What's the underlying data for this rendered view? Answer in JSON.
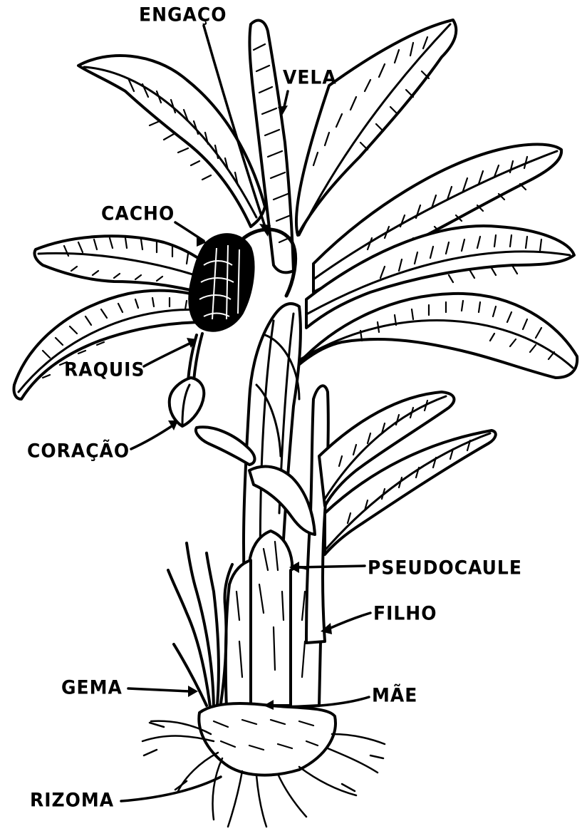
{
  "labels": {
    "engaco": "ENGAÇO",
    "vela": "VELA",
    "cacho": "CACHO",
    "raquis": "RAQUIS",
    "coracao": "CORAÇÃO",
    "pseudocaule": "PSEUDOCAULE",
    "filho": "FILHO",
    "gema": "GEMA",
    "mae": "MÃE",
    "rizoma": "RIZOMA"
  },
  "colors": {
    "ink": "#000000",
    "background": "#ffffff"
  }
}
